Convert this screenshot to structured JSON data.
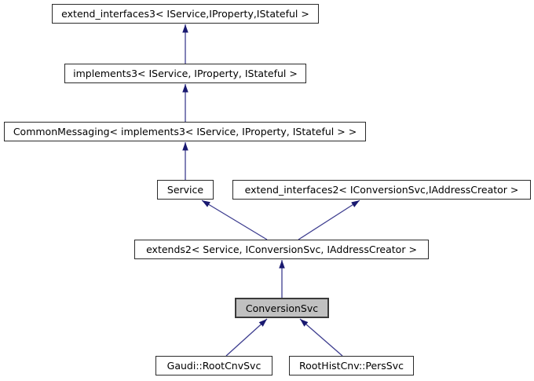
{
  "diagram": {
    "kind": "class-inheritance-graph",
    "colors": {
      "background": "#ffffff",
      "arrow": "#191970",
      "node_border": "#2b2b2b",
      "node_fill": "#ffffff",
      "highlight_fill": "#c0c0c0",
      "text": "#000000"
    },
    "nodes": [
      {
        "id": "extend_interfaces3",
        "label": "extend_interfaces3< IService,IProperty,IStateful >",
        "highlighted": false
      },
      {
        "id": "implements3",
        "label": "implements3< IService, IProperty, IStateful >",
        "highlighted": false
      },
      {
        "id": "common_messaging",
        "label": "CommonMessaging< implements3< IService, IProperty, IStateful > >",
        "highlighted": false
      },
      {
        "id": "service",
        "label": "Service",
        "highlighted": false
      },
      {
        "id": "extend_interfaces2",
        "label": "extend_interfaces2< IConversionSvc,IAddressCreator >",
        "highlighted": false
      },
      {
        "id": "extends2",
        "label": "extends2< Service, IConversionSvc, IAddressCreator >",
        "highlighted": false
      },
      {
        "id": "conversion_svc",
        "label": "ConversionSvc",
        "highlighted": true
      },
      {
        "id": "root_cnv_svc",
        "label": "Gaudi::RootCnvSvc",
        "highlighted": false
      },
      {
        "id": "pers_svc",
        "label": "RootHistCnv::PersSvc",
        "highlighted": false
      }
    ],
    "edges": [
      {
        "from": "implements3",
        "to": "extend_interfaces3"
      },
      {
        "from": "common_messaging",
        "to": "implements3"
      },
      {
        "from": "service",
        "to": "common_messaging"
      },
      {
        "from": "extends2",
        "to": "service"
      },
      {
        "from": "extends2",
        "to": "extend_interfaces2"
      },
      {
        "from": "conversion_svc",
        "to": "extends2"
      },
      {
        "from": "root_cnv_svc",
        "to": "conversion_svc"
      },
      {
        "from": "pers_svc",
        "to": "conversion_svc"
      }
    ]
  }
}
